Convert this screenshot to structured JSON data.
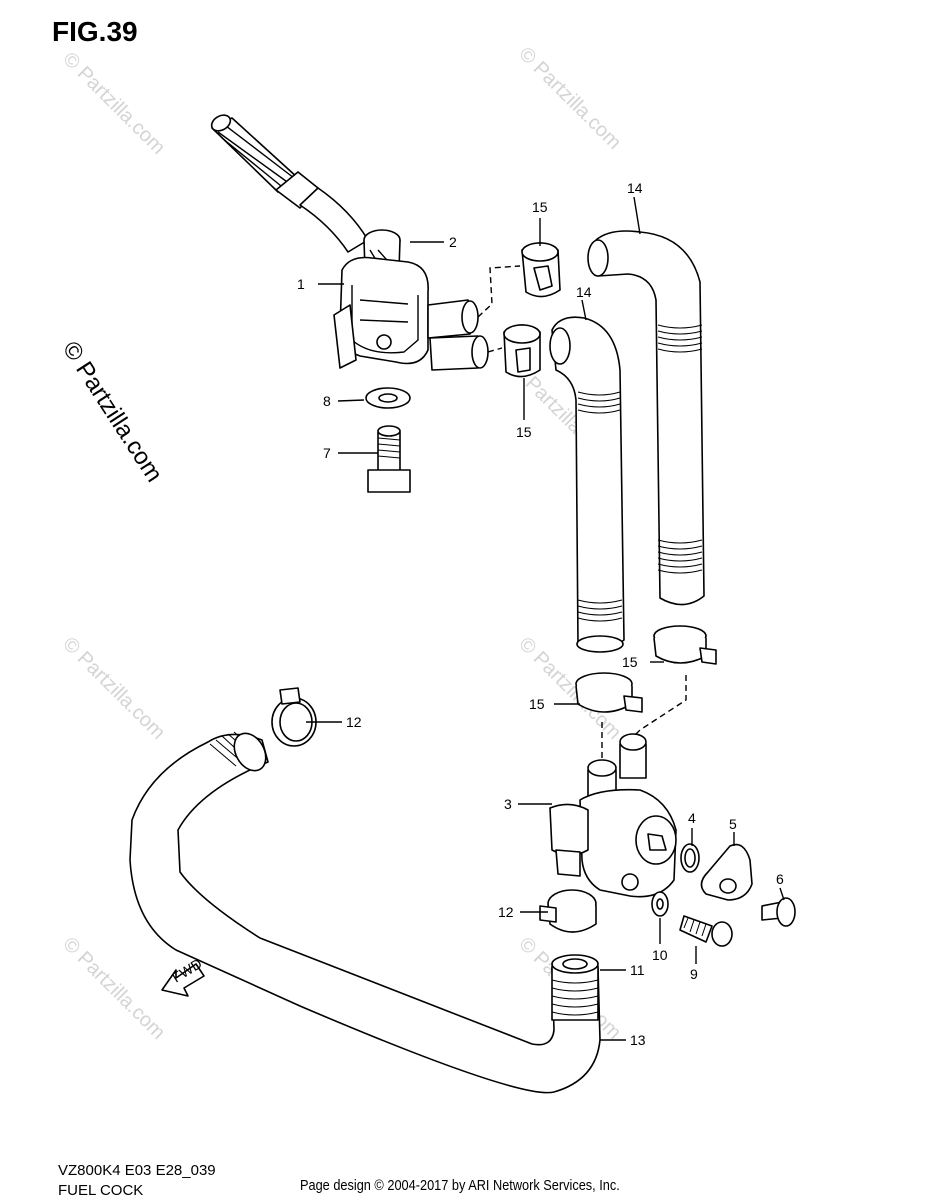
{
  "figure": {
    "title": "FIG.39",
    "model_code": "VZ800K4 E03 E28_039",
    "name": "FUEL COCK"
  },
  "footer": {
    "text": "Page design © 2004-2017 by ARI Network Services, Inc."
  },
  "watermark": {
    "text": "© Partzilla.com",
    "side_text": "© Partzilla.com",
    "color": "#d4d4d4"
  },
  "direction_marker": {
    "text": "FWD"
  },
  "callouts": [
    {
      "id": "c1",
      "label": "1"
    },
    {
      "id": "c2",
      "label": "2"
    },
    {
      "id": "c3",
      "label": "3"
    },
    {
      "id": "c4",
      "label": "4"
    },
    {
      "id": "c5",
      "label": "5"
    },
    {
      "id": "c6",
      "label": "6"
    },
    {
      "id": "c7",
      "label": "7"
    },
    {
      "id": "c8",
      "label": "8"
    },
    {
      "id": "c9",
      "label": "9"
    },
    {
      "id": "c10",
      "label": "10"
    },
    {
      "id": "c11",
      "label": "11"
    },
    {
      "id": "c12a",
      "label": "12"
    },
    {
      "id": "c12b",
      "label": "12"
    },
    {
      "id": "c13",
      "label": "13"
    },
    {
      "id": "c14a",
      "label": "14"
    },
    {
      "id": "c14b",
      "label": "14"
    },
    {
      "id": "c15a",
      "label": "15"
    },
    {
      "id": "c15b",
      "label": "15"
    },
    {
      "id": "c15c",
      "label": "15"
    },
    {
      "id": "c15d",
      "label": "15"
    }
  ]
}
